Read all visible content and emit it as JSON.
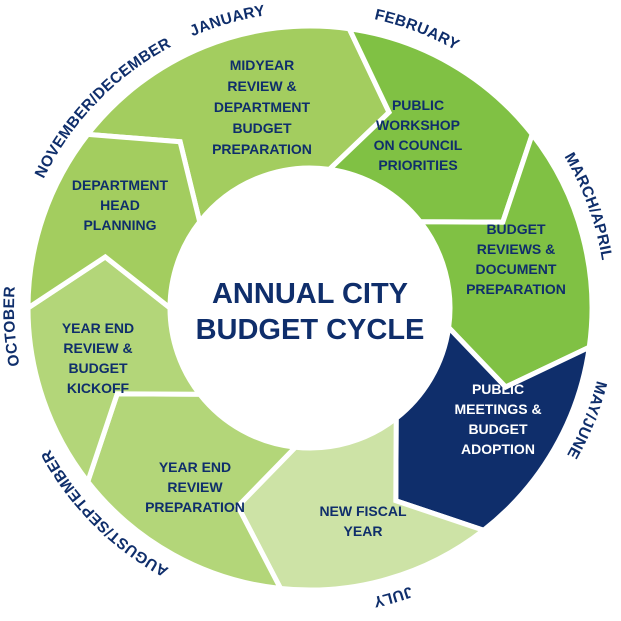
{
  "title_lines": [
    "ANNUAL CITY",
    "BUDGET CYCLE"
  ],
  "colors": {
    "title": "#0f2e6b",
    "month_label": "#0f2e6b",
    "segment_text": "#0f2e6b",
    "highlight_text": "#ffffff",
    "background": "#ffffff"
  },
  "segments": [
    {
      "month": "JANUARY",
      "lines": [
        "MIDYEAR",
        "REVIEW &",
        "DEPARTMENT",
        "BUDGET",
        "PREPARATION"
      ],
      "fill": "#a3cd5f",
      "text_color": "#0f2e6b"
    },
    {
      "month": "FEBRUARY",
      "lines": [
        "PUBLIC",
        "WORKSHOP",
        "ON COUNCIL",
        "PRIORITIES"
      ],
      "fill": "#80c144",
      "text_color": "#0f2e6b"
    },
    {
      "month": "MARCH/APRIL",
      "lines": [
        "BUDGET",
        "REVIEWS &",
        "DOCUMENT",
        "PREPARATION"
      ],
      "fill": "#80c144",
      "text_color": "#0f2e6b"
    },
    {
      "month": "MAY/JUNE",
      "lines": [
        "PUBLIC",
        "MEETINGS &",
        "BUDGET",
        "ADOPTION"
      ],
      "fill": "#0f2e6b",
      "text_color": "#ffffff"
    },
    {
      "month": "JULY",
      "lines": [
        "NEW FISCAL",
        "YEAR"
      ],
      "fill": "#cde3a6",
      "text_color": "#0f2e6b"
    },
    {
      "month": "AUGUST/SEPTEMBER",
      "lines": [
        "YEAR END",
        "REVIEW",
        "PREPARATION"
      ],
      "fill": "#b3d679",
      "text_color": "#0f2e6b"
    },
    {
      "month": "OCTOBER",
      "lines": [
        "YEAR END",
        "REVIEW &",
        "BUDGET",
        "KICKOFF"
      ],
      "fill": "#b3d679",
      "text_color": "#0f2e6b"
    },
    {
      "month": "NOVEMBER/DECEMBER",
      "lines": [
        "DEPARTMENT",
        "HEAD",
        "PLANNING"
      ],
      "fill": "#a3cd5f",
      "text_color": "#0f2e6b"
    }
  ]
}
